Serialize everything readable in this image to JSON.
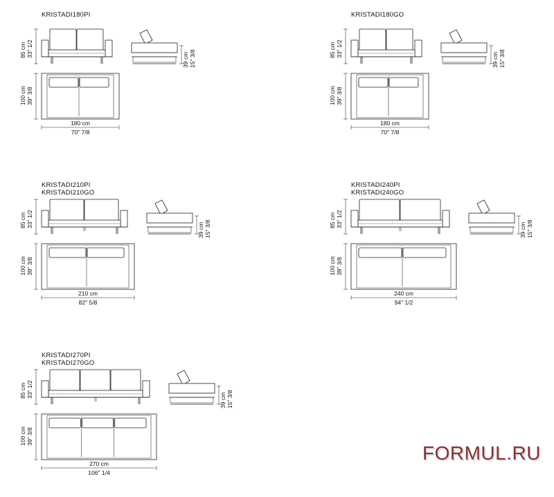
{
  "models": [
    {
      "names": [
        "KRISTADI180PI"
      ],
      "width_cm": "180 cm",
      "width_in": "70\" 7/8",
      "height_cm": "85 cm",
      "height_in": "33\" 1/2",
      "depth_cm": "100 cm",
      "depth_in": "39\" 3/8",
      "seat_cm": "39 cm",
      "seat_in": "15\" 3/8",
      "cushions": 2
    },
    {
      "names": [
        "KRISTADI180GO"
      ],
      "width_cm": "180 cm",
      "width_in": "70\" 7/8",
      "height_cm": "85 cm",
      "height_in": "33\" 1/2",
      "depth_cm": "100 cm",
      "depth_in": "39\" 3/8",
      "seat_cm": "39 cm",
      "seat_in": "15\" 3/8",
      "cushions": 2
    },
    {
      "names": [
        "KRISTADI210PI",
        "KRISTADI210GO"
      ],
      "width_cm": "210 cm",
      "width_in": "82\" 5/8",
      "height_cm": "85 cm",
      "height_in": "33\" 1/2",
      "depth_cm": "100 cm",
      "depth_in": "39\" 3/8",
      "seat_cm": "39 cm",
      "seat_in": "15\" 3/8",
      "cushions": 2
    },
    {
      "names": [
        "KRISTADI240PI",
        "KRISTADI240GO"
      ],
      "width_cm": "240 cm",
      "width_in": "94\" 1/2",
      "height_cm": "85 cm",
      "height_in": "33\" 1/2",
      "depth_cm": "100 cm",
      "depth_in": "39\" 3/8",
      "seat_cm": "39 cm",
      "seat_in": "15\" 3/8",
      "cushions": 2
    },
    {
      "names": [
        "KRISTADI270PI",
        "KRISTADI270GO"
      ],
      "width_cm": "270 cm",
      "width_in": "106\" 1/4",
      "height_cm": "85 cm",
      "height_in": "33\" 1/2",
      "depth_cm": "100 cm",
      "depth_in": "39\" 3/8",
      "seat_cm": "39 cm",
      "seat_in": "15\" 3/8",
      "cushions": 3
    }
  ],
  "watermark": "FORMUL.RU",
  "colors": {
    "line": "#222222",
    "watermark": "#7a3535"
  }
}
